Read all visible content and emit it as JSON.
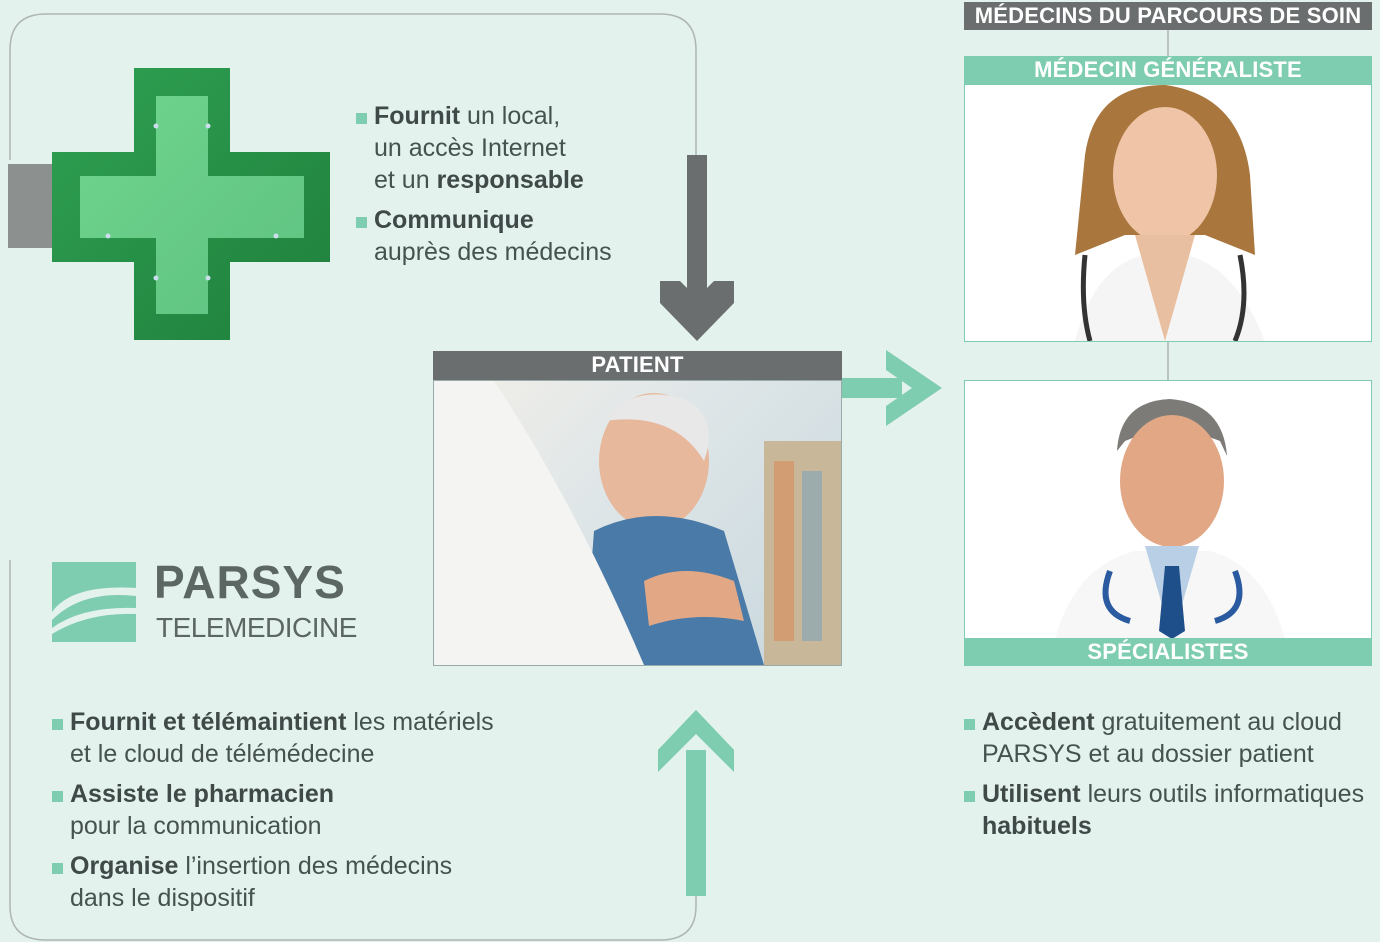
{
  "pharmacy": {
    "bullets": [
      {
        "bold": "Fournit",
        "rest": " un local,",
        "line2": "un accès Internet",
        "line3_pre": "et un ",
        "line3_bold": "responsable"
      },
      {
        "bold": "Communique",
        "rest": "",
        "line2": "auprès des médecins"
      }
    ]
  },
  "patient": {
    "header": "PATIENT"
  },
  "doctors": {
    "main_header": "MÉDECINS DU PARCOURS DE SOIN",
    "gp_header": "MÉDECIN GÉNÉRALISTE",
    "specialists_header": "SPÉCIALISTES",
    "bullets": [
      {
        "bold": "Accèdent",
        "rest": " gratuitement au cloud",
        "line2": "PARSYS et au dossier patient"
      },
      {
        "bold": "Utilisent",
        "rest": " leurs outils informatiques",
        "line2_bold": "habituels"
      }
    ]
  },
  "parsys": {
    "logo_name": "PARSYS",
    "logo_sub": "TELEMEDICINE",
    "bullets": [
      {
        "bold": "Fournit et télémaintient",
        "rest": " les matériels",
        "line2": "et le cloud de télémédecine"
      },
      {
        "bold": "Assiste le pharmacien",
        "rest": "",
        "line2": "pour la communication"
      },
      {
        "bold": "Organise",
        "rest": " l’insertion des médecins",
        "line2": "dans le dispositif"
      }
    ]
  },
  "colors": {
    "background": "#e3f2ed",
    "accent_green": "#7fcdb0",
    "dark_gray": "#6a6e6e",
    "cross_green": "#3fae67"
  },
  "icons": [
    "pharmacy-cross-icon",
    "arrow-down-icon",
    "arrow-right-icon",
    "arrow-up-icon",
    "parsys-logo-icon"
  ]
}
